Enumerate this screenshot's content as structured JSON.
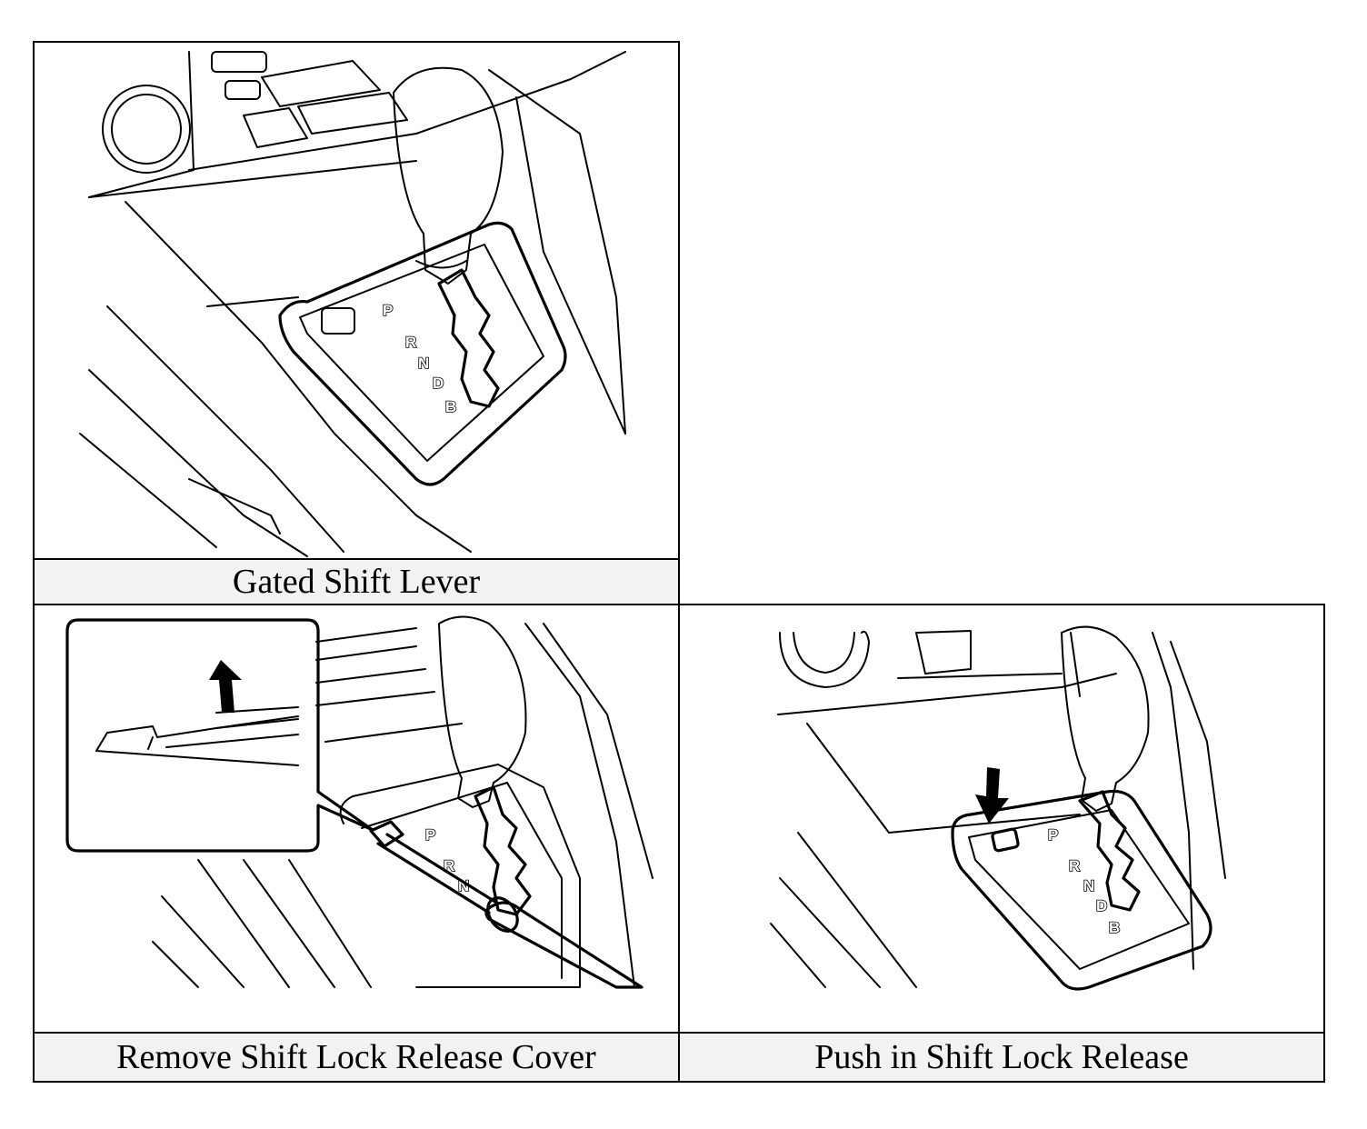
{
  "figures": [
    {
      "caption": "Gated Shift Lever",
      "illustration": "shift-lever-illustration",
      "gate_letters": [
        "P",
        "R",
        "N",
        "D",
        "B"
      ]
    },
    {
      "caption": "Remove Shift Lock Release Cover",
      "illustration": "remove-cover-illustration",
      "gate_letters": [
        "P",
        "R",
        "N"
      ],
      "icons": [
        "up-arrow-icon",
        "screwdriver-icon"
      ]
    },
    {
      "caption": "Push in Shift Lock Release",
      "illustration": "push-release-illustration",
      "gate_letters": [
        "P",
        "R",
        "N",
        "D",
        "B"
      ],
      "icons": [
        "down-arrow-icon"
      ]
    }
  ]
}
